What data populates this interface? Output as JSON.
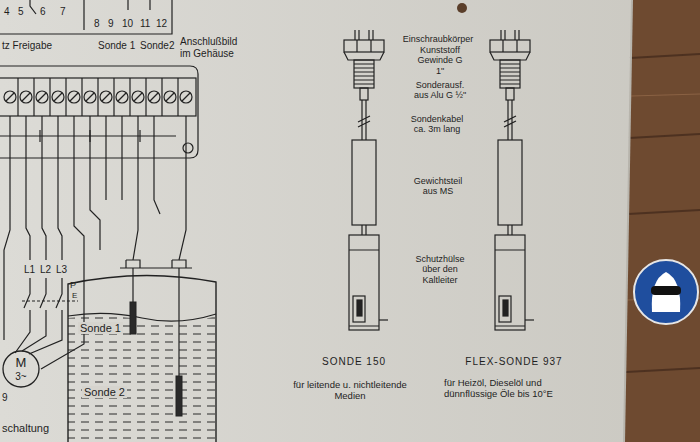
{
  "diagram": {
    "nodes": [
      {
        "text": [
          "M",
          "3~"
        ]
      },
      {
        "text": [
          "Sonde 1",
          "Sonde 2"
        ]
      }
    ],
    "labels": [
      "4",
      "5",
      "6",
      "7",
      "8",
      "9",
      "10",
      "11",
      "12",
      "tz Freigabe",
      "Sonde 1",
      "Sonde2",
      "Anschlußbild im Gehäuse",
      "L1",
      "L2",
      "L3",
      "P",
      "E",
      "9",
      "schaltung",
      "Einschraubkörper",
      "Kunststoff Gewinde G 1\"",
      "Sonderausf. aus Alu G ½\"",
      "Sondenkabel ca. 3m lang",
      "Gewichtsteil aus MS",
      "Schutzhülse über den Kaltleiter",
      "SONDE 150",
      "FLEX-SONDE 937",
      "für leitende u. nichtleitende Medien",
      "für Heizöl, Dieselöl und dünnflüssige Öle bis 10°E"
    ]
  }
}
